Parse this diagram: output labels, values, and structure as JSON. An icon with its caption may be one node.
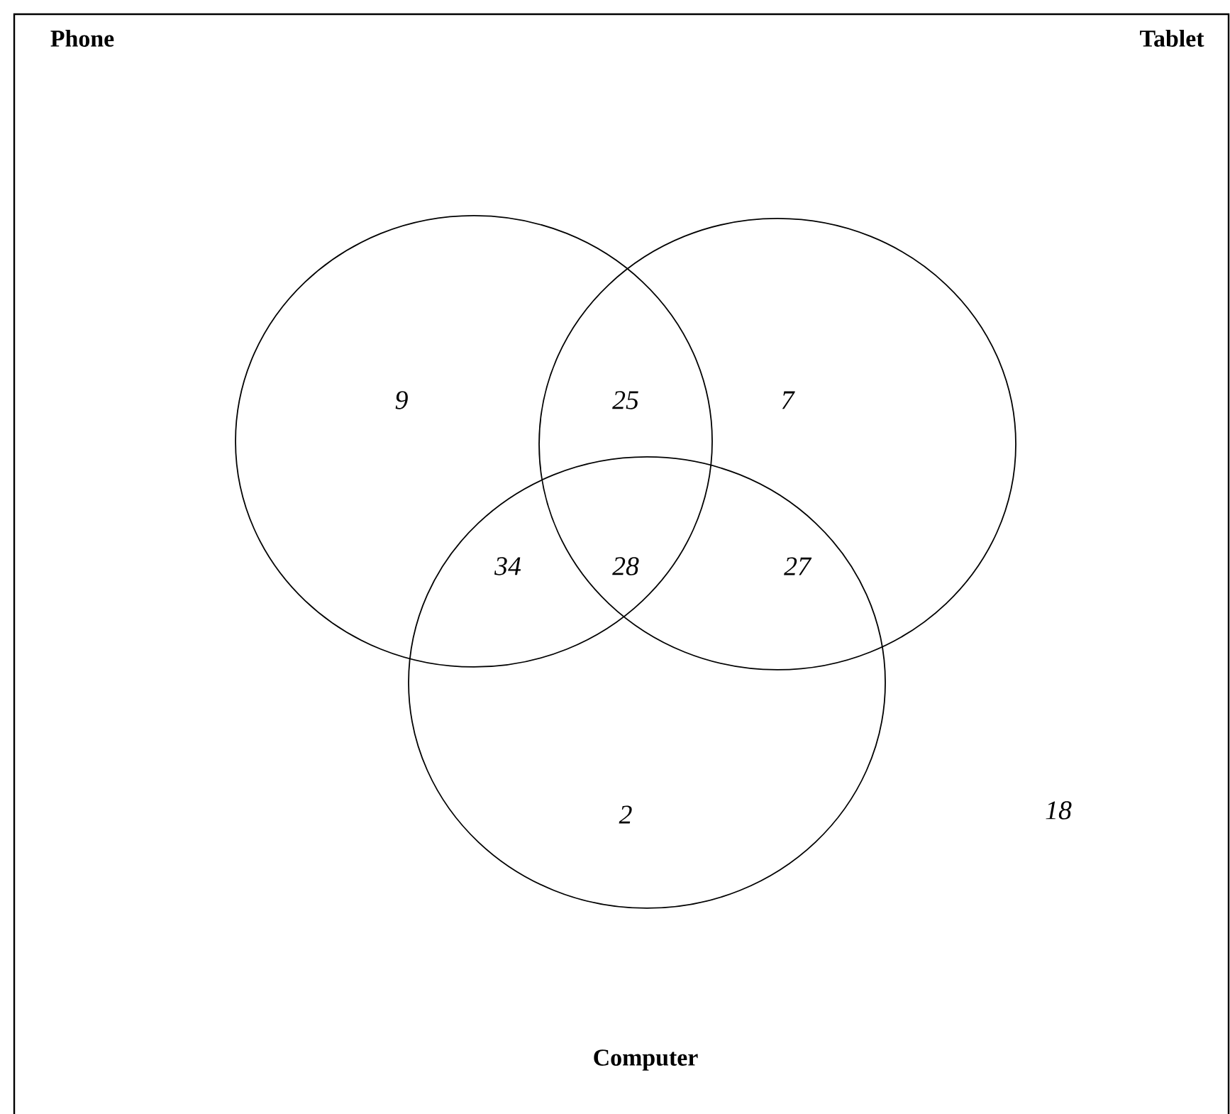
{
  "diagram": {
    "nodes": [
      {
        "text": [],
        "shape": "circle"
      },
      {
        "text": [],
        "shape": "circle"
      },
      {
        "text": [],
        "shape": "circle"
      }
    ],
    "labels": [
      "Phone",
      "Tablet",
      "9",
      "25",
      "7",
      "34",
      "28",
      "27",
      "2",
      "18",
      "Computer"
    ]
  }
}
